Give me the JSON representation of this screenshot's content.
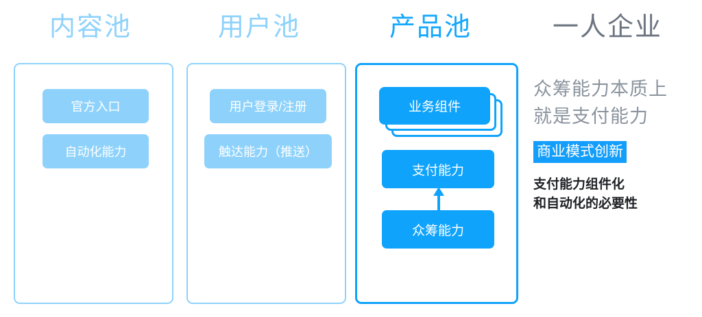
{
  "colors": {
    "light_blue": "#8ed2fb",
    "bright_blue": "#0fa3fc",
    "heading_gray": "#6b7480",
    "body_gray": "#8a939d",
    "note_black": "#1d2024",
    "badge_blue": "#139efb",
    "background": "#ffffff"
  },
  "columns": {
    "content_pool": {
      "heading": "内容池",
      "cards": [
        {
          "label": "官方入口"
        },
        {
          "label": "自动化能力"
        }
      ]
    },
    "user_pool": {
      "heading": "用户池",
      "cards": [
        {
          "label": "用户登录/注册"
        },
        {
          "label": "触达能力（推送）"
        }
      ]
    },
    "product_pool": {
      "heading": "产品池",
      "stack_card": {
        "label": "业务组件",
        "stack_count": 3
      },
      "cards": [
        {
          "label": "支付能力"
        },
        {
          "label": "众筹能力"
        }
      ],
      "arrow": {
        "direction": "up",
        "from": "众筹能力",
        "to": "支付能力"
      }
    },
    "solo_enterprise": {
      "heading": "一人企业",
      "tagline_line1": "众筹能力本质上",
      "tagline_line2": "就是支付能力",
      "badge": "商业模式创新",
      "note_line1": "支付能力组件化",
      "note_line2": "和自动化的必要性"
    }
  }
}
